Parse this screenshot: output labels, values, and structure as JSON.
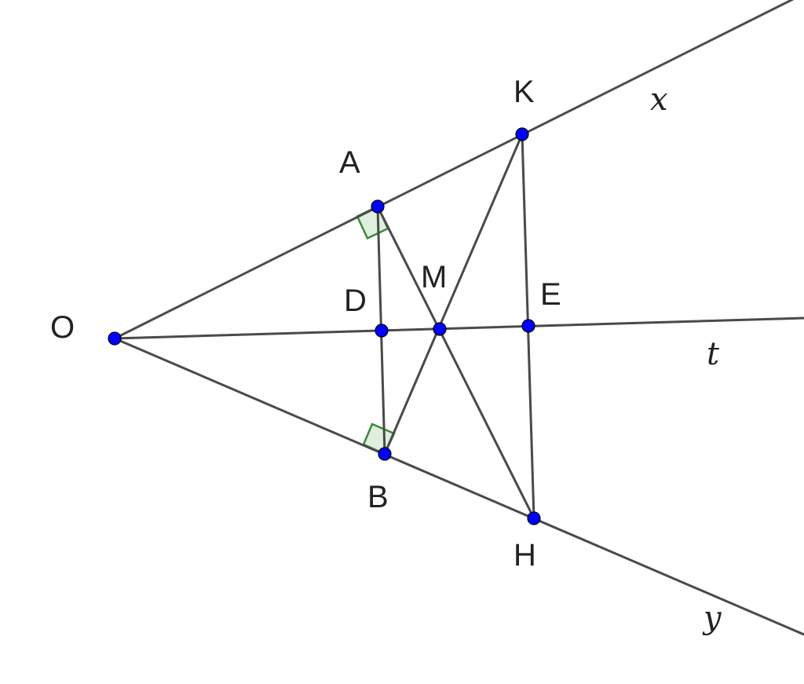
{
  "diagram": {
    "point_labels": {
      "O": "O",
      "A": "A",
      "K": "K",
      "D": "D",
      "M": "M",
      "E": "E",
      "B": "B",
      "H": "H"
    },
    "ray_labels": {
      "x": "x",
      "t": "t",
      "y": "y"
    },
    "colors": {
      "line": "#4a4a4a",
      "point_fill": "#0000ff",
      "right_angle_stroke": "#3a8a3a",
      "right_angle_fill": "#dfeedd"
    }
  }
}
